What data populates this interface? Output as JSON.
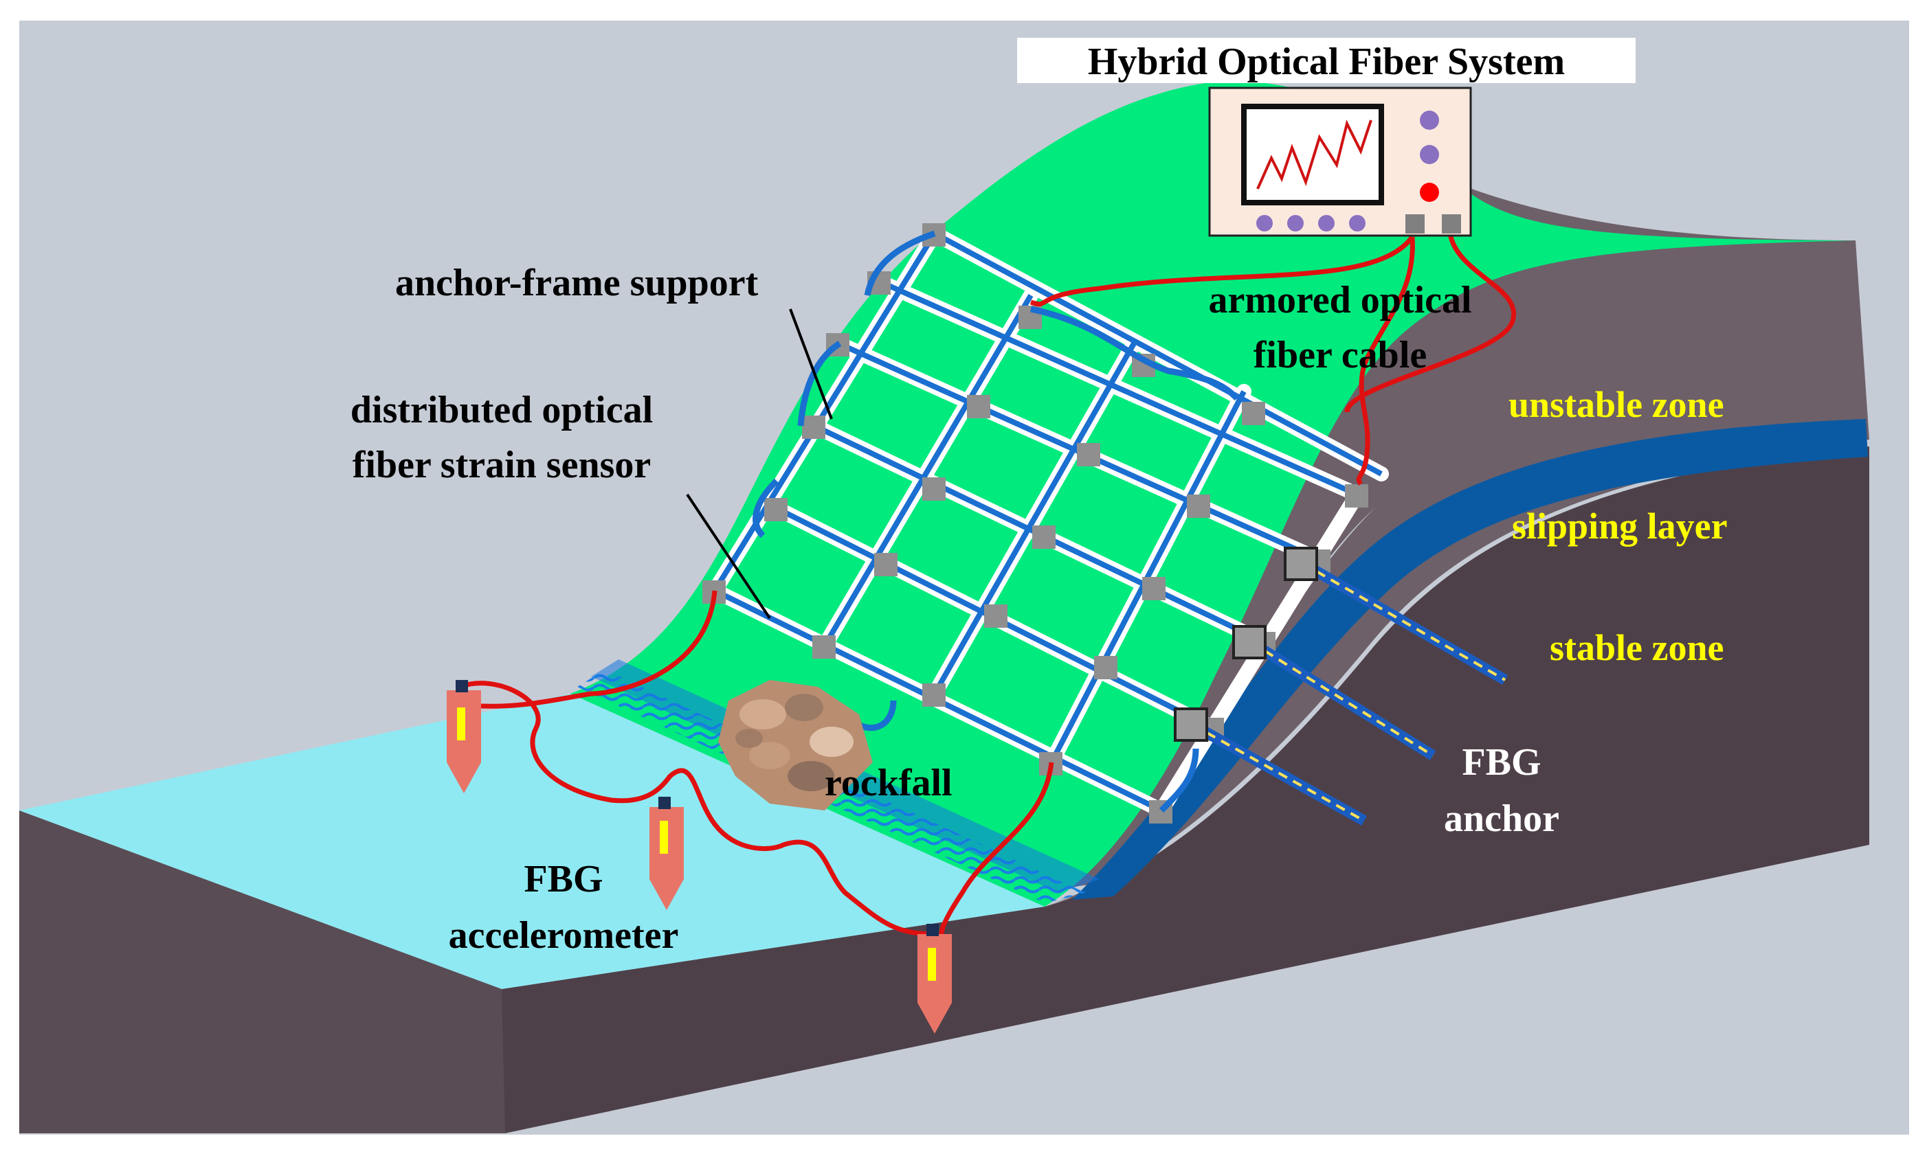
{
  "title": "Hybrid Optical Fiber System",
  "labels": {
    "anchor_frame_support": "anchor-frame support",
    "distributed_line1": "distributed optical",
    "distributed_line2": "fiber strain sensor",
    "armored_line1": "armored optical",
    "armored_line2": "fiber cable",
    "unstable_zone": "unstable zone",
    "slipping_layer": "slipping layer",
    "stable_zone": "stable zone",
    "fbg_anchor_line1": "FBG",
    "fbg_anchor_line2": "anchor",
    "rockfall": "rockfall",
    "fbg_acc_line1": "FBG",
    "fbg_acc_line2": "accelerometer"
  },
  "colors": {
    "background": "#c6ccd6",
    "slope_green": "#00ea7e",
    "ground_cyan": "#8fe9f2",
    "rock_dark": "#4e4049",
    "rock_light": "#6d6069",
    "slip_layer": "#0a5aa3",
    "cable_red": "#e01010",
    "frame_blue": "#1a6fd0",
    "frame_node": "#8f8f8f",
    "zone_text": "#ffff00",
    "sensor_body": "#e87468",
    "device_body": "#fbe9de"
  }
}
